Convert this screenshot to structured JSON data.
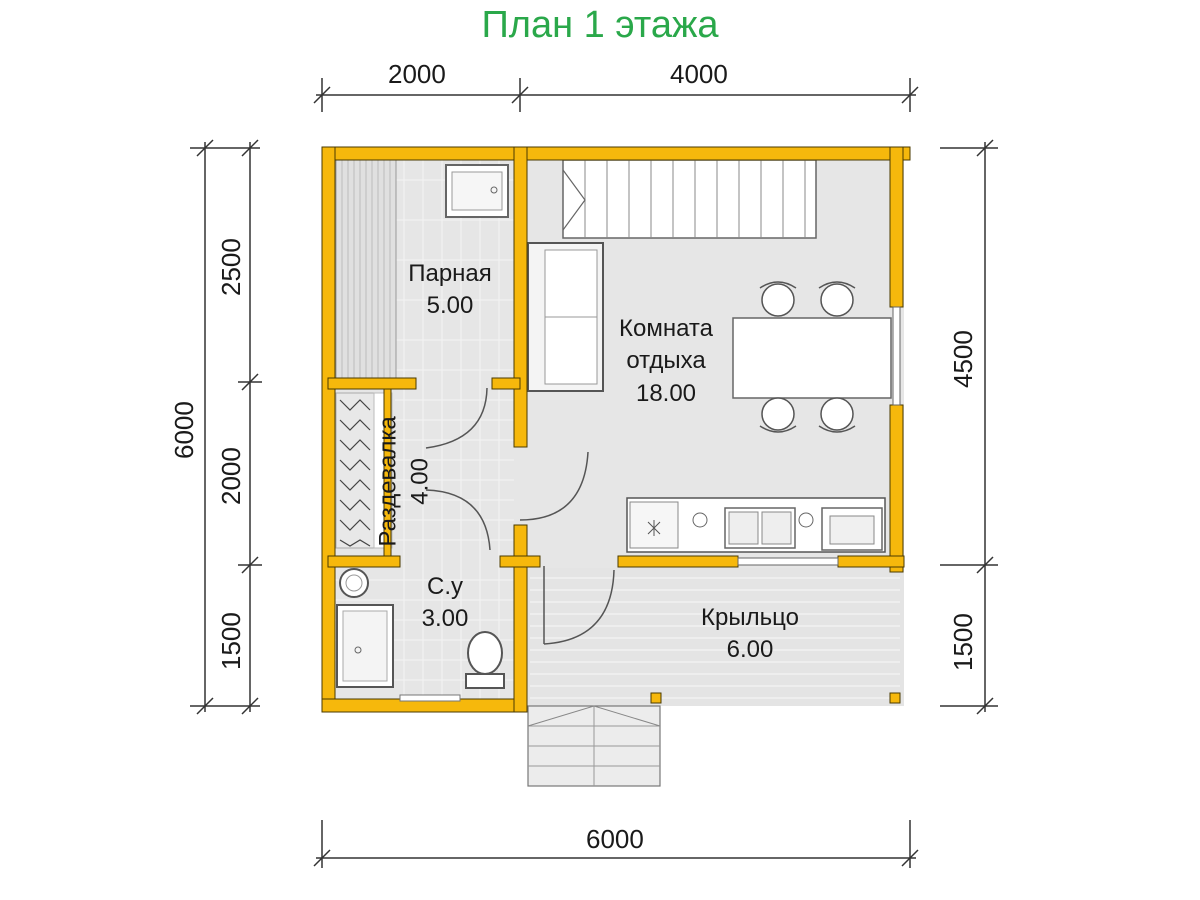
{
  "title": "План 1 этажа",
  "dimensions": {
    "top": [
      "2000",
      "4000"
    ],
    "bottom": "6000",
    "left_total": "6000",
    "left": [
      "2500",
      "2000",
      "1500"
    ],
    "right": [
      "4500",
      "1500"
    ]
  },
  "rooms": [
    {
      "name": "Парная",
      "area": "5.00"
    },
    {
      "name": "Комната\nотдыха",
      "area": "18.00"
    },
    {
      "name": "Раздевалка",
      "area": "4.00"
    },
    {
      "name": "С.у",
      "area": "3.00"
    },
    {
      "name": "Крыльцо",
      "area": "6.00"
    }
  ],
  "colors": {
    "wall": "#f6b80c",
    "floor": "#e6e6e6",
    "title": "#2aa84a",
    "line": "#333333"
  }
}
